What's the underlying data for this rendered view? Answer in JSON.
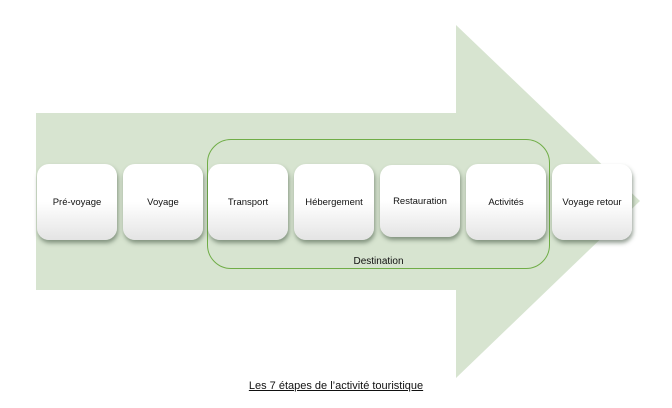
{
  "steps": [
    "Pré-voyage",
    "Voyage",
    "Transport",
    "Hébergement",
    "Restauration",
    "Activités",
    "Voyage retour"
  ],
  "destination_label": "Destination",
  "caption": "Les 7 étapes de l’activité touristique",
  "colors": {
    "arrow": "#d7e4d0",
    "group_border": "#70ad47"
  }
}
